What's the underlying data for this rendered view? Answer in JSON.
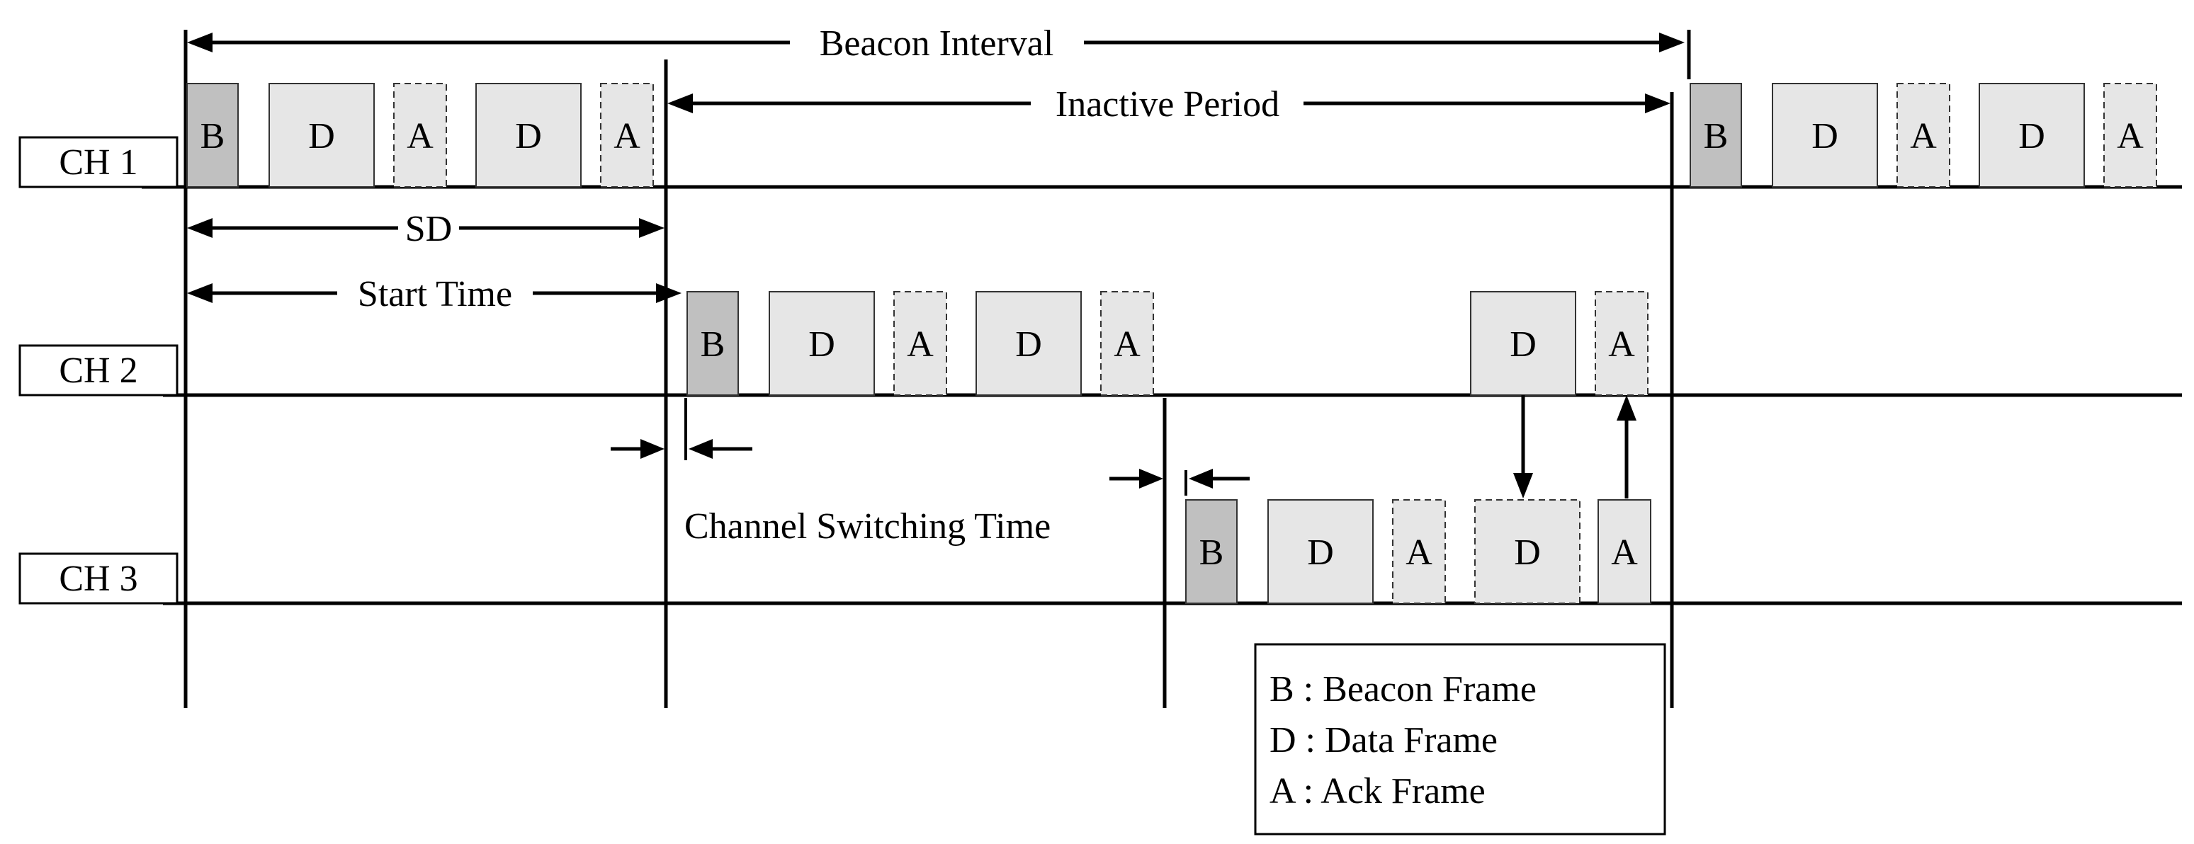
{
  "annotations": {
    "beacon_interval": "Beacon Interval",
    "inactive_period": "Inactive Period",
    "sd": "SD",
    "start_time": "Start Time",
    "channel_switching_time": "Channel Switching Time"
  },
  "channels": [
    {
      "label": "CH 1",
      "frames": [
        "B",
        "D",
        "A",
        "D",
        "A",
        "B",
        "D",
        "A",
        "D",
        "A"
      ]
    },
    {
      "label": "CH 2",
      "frames": [
        "B",
        "D",
        "A",
        "D",
        "A",
        "D",
        "A"
      ]
    },
    {
      "label": "CH 3",
      "frames": [
        "B",
        "D",
        "A",
        "D",
        "A"
      ]
    }
  ],
  "legend": [
    "B : Beacon Frame",
    "D : Data Frame",
    "A : Ack Frame"
  ],
  "colors": {
    "beacon_fill": "#c0c0c0",
    "data_fill": "#e6e6e6",
    "ack_fill": "#e6e6e6",
    "line": "#000000"
  }
}
